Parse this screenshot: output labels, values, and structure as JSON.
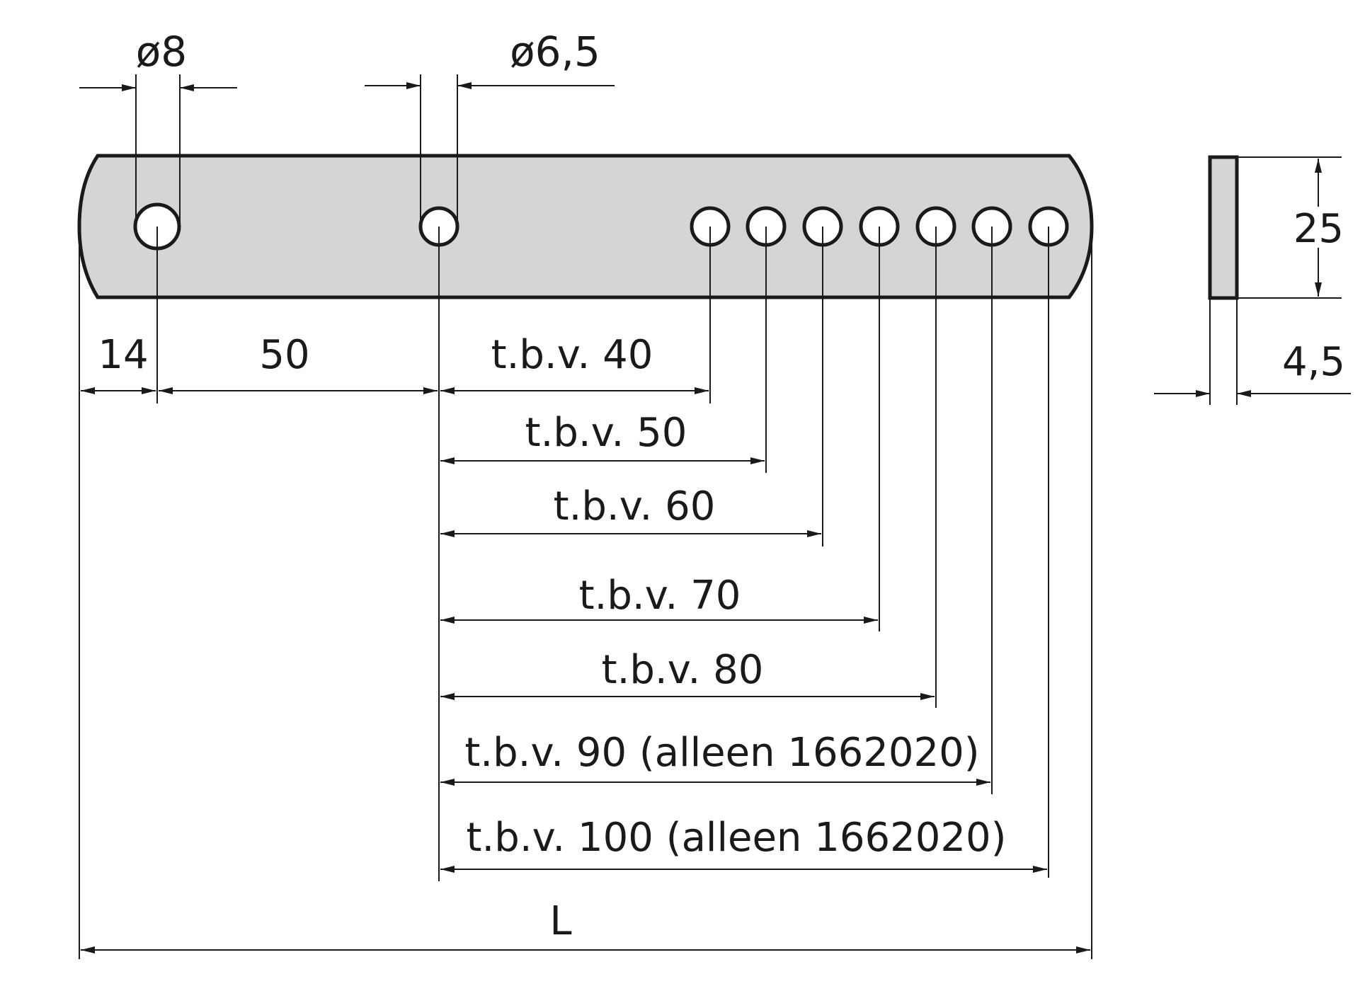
{
  "labels": {
    "dia_large": "ø8",
    "dia_small": "ø6,5",
    "dim_14": "14",
    "dim_50": "50",
    "dim_L": "L",
    "side_height": "25",
    "side_thickness": "4,5"
  },
  "hole_options": [
    "t.b.v. 40",
    "t.b.v. 50",
    "t.b.v. 60",
    "t.b.v. 70",
    "t.b.v. 80",
    "t.b.v. 90 (alleen 1662020)",
    "t.b.v. 100 (alleen 1662020)"
  ],
  "colors": {
    "bar_fill": "#d4d5d7",
    "line": "#1a1a1a",
    "background": "#ffffff"
  }
}
